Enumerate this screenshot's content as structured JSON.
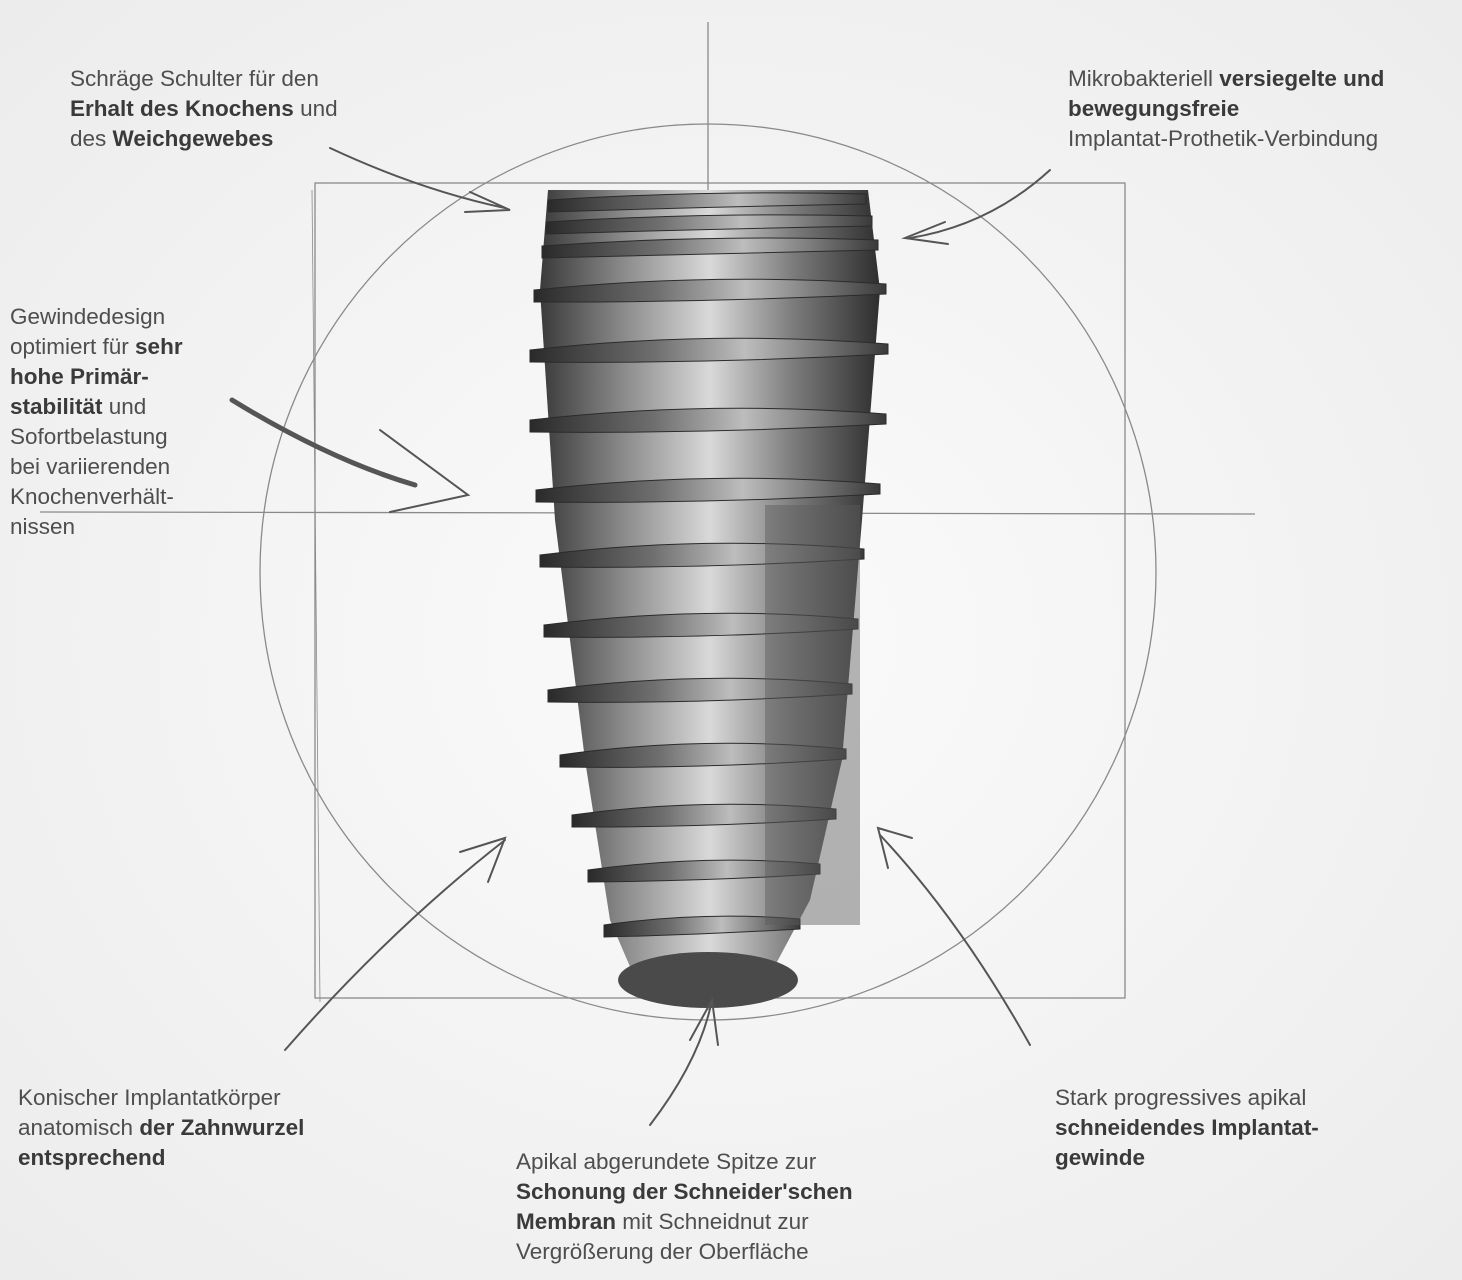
{
  "colors": {
    "background": "#f6f6f6",
    "sketch_line": "#8a8a8a",
    "arrow": "#555555",
    "text": "#4e4e4e",
    "text_bold": "#3a3a3a",
    "implant_light": "#e2e2e2",
    "implant_dark": "#2f2f2f"
  },
  "diagram": {
    "image": "dental-implant-sketch",
    "callouts": {
      "shoulder": {
        "lines": [
          {
            "segments": [
              {
                "text": "Schräge Schulter für den",
                "bold": false
              }
            ]
          },
          {
            "segments": [
              {
                "text": "Erhalt des Knochens",
                "bold": true
              },
              {
                "text": " und",
                "bold": false
              }
            ]
          },
          {
            "segments": [
              {
                "text": "des ",
                "bold": false
              },
              {
                "text": "Weichgewebes",
                "bold": true
              }
            ]
          }
        ]
      },
      "connection": {
        "lines": [
          {
            "segments": [
              {
                "text": "Mikrobakteriell ",
                "bold": false
              },
              {
                "text": "versiegelte und",
                "bold": true
              }
            ]
          },
          {
            "segments": [
              {
                "text": "bewegungsfreie",
                "bold": true
              }
            ]
          },
          {
            "segments": [
              {
                "text": "Implantat-Prothetik-Verbindung",
                "bold": false
              }
            ]
          }
        ]
      },
      "thread": {
        "lines": [
          {
            "segments": [
              {
                "text": "Gewindedesign",
                "bold": false
              }
            ]
          },
          {
            "segments": [
              {
                "text": "optimiert für ",
                "bold": false
              },
              {
                "text": "sehr",
                "bold": true
              }
            ]
          },
          {
            "segments": [
              {
                "text": "hohe Primär-",
                "bold": true
              }
            ]
          },
          {
            "segments": [
              {
                "text": "stabilität",
                "bold": true
              },
              {
                "text": " und",
                "bold": false
              }
            ]
          },
          {
            "segments": [
              {
                "text": "Sofortbelastung",
                "bold": false
              }
            ]
          },
          {
            "segments": [
              {
                "text": "bei variierenden",
                "bold": false
              }
            ]
          },
          {
            "segments": [
              {
                "text": "Knochenverhält-",
                "bold": false
              }
            ]
          },
          {
            "segments": [
              {
                "text": "nissen",
                "bold": false
              }
            ]
          }
        ]
      },
      "body": {
        "lines": [
          {
            "segments": [
              {
                "text": "Konischer Implantatkörper",
                "bold": false
              }
            ]
          },
          {
            "segments": [
              {
                "text": "anatomisch ",
                "bold": false
              },
              {
                "text": "der Zahnwurzel",
                "bold": true
              }
            ]
          },
          {
            "segments": [
              {
                "text": "entsprechend",
                "bold": true
              }
            ]
          }
        ]
      },
      "apex": {
        "lines": [
          {
            "segments": [
              {
                "text": "Apikal abgerundete Spitze zur",
                "bold": false
              }
            ]
          },
          {
            "segments": [
              {
                "text": "Schonung der Schneider'schen",
                "bold": true
              }
            ]
          },
          {
            "segments": [
              {
                "text": "Membran",
                "bold": true
              },
              {
                "text": " mit Schneidnut zur",
                "bold": false
              }
            ]
          },
          {
            "segments": [
              {
                "text": "Vergrößerung der Oberfläche",
                "bold": false
              }
            ]
          }
        ]
      },
      "cutting": {
        "lines": [
          {
            "segments": [
              {
                "text": "Stark progressives apikal",
                "bold": false
              }
            ]
          },
          {
            "segments": [
              {
                "text": "schneidendes Implantat-",
                "bold": true
              }
            ]
          },
          {
            "segments": [
              {
                "text": "gewinde",
                "bold": true
              }
            ]
          }
        ]
      }
    }
  }
}
